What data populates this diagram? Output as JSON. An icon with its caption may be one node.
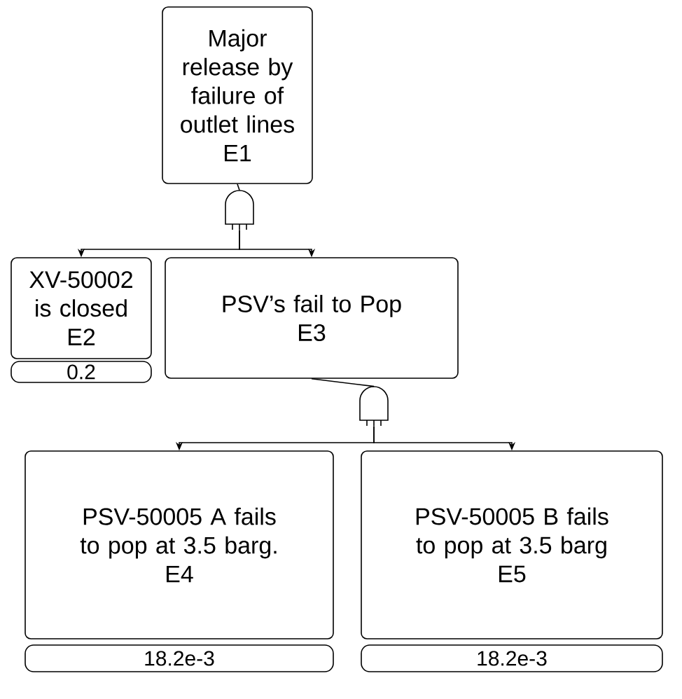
{
  "diagram": {
    "nodes": [
      {
        "text": [
          "Major release by failure of outlet lines",
          "E1"
        ]
      },
      {
        "text": [],
        "shape": "gate"
      },
      {
        "text": [
          "XV-50002 is closed",
          "E2"
        ]
      },
      {
        "text": [
          "0.2"
        ]
      },
      {
        "text": [
          "PSV’s fail to Pop",
          "E3"
        ]
      },
      {
        "text": [],
        "shape": "gate"
      },
      {
        "text": [
          "PSV-50005 A fails to pop at 3.5 barg.",
          "E4"
        ]
      },
      {
        "text": [
          "18.2e-3"
        ]
      },
      {
        "text": [
          "PSV-50005 B fails to pop at 3.5 barg",
          "E5"
        ]
      },
      {
        "text": [
          "18.2e-3"
        ]
      }
    ],
    "edges": [
      {
        "from": 0,
        "to": 1,
        "arrow": "none"
      },
      {
        "from": 1,
        "to": 2,
        "arrow": "to"
      },
      {
        "from": 1,
        "to": 4,
        "arrow": "to"
      },
      {
        "from": 4,
        "to": 5,
        "arrow": "none"
      },
      {
        "from": 5,
        "to": 6,
        "arrow": "to"
      },
      {
        "from": 5,
        "to": 8,
        "arrow": "to"
      }
    ]
  }
}
